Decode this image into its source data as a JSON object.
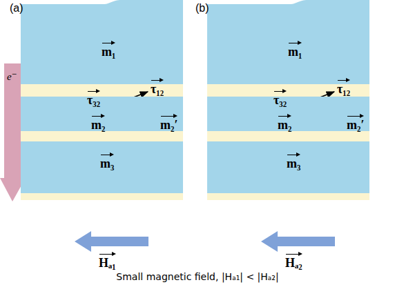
{
  "diagram": {
    "caption": "Small magnetic field, |Hₐ₁| < |Hₐ₂|",
    "nodes": [
      {
        "text": [
          "m₁"
        ]
      },
      {
        "text": [
          "τ₃₂",
          "τ₁₂",
          "m₂",
          "m₂′"
        ]
      },
      {
        "text": [
          "m₃"
        ]
      },
      {
        "text": [
          "m₁"
        ]
      },
      {
        "text": [
          "τ₃₂",
          "τ₁₂",
          "m₂",
          "m₂′"
        ]
      },
      {
        "text": [
          "m₃"
        ]
      }
    ],
    "labels": [
      "(a)",
      "(b)",
      "e⁻",
      "Hₐ₁",
      "Hₐ₂"
    ]
  }
}
